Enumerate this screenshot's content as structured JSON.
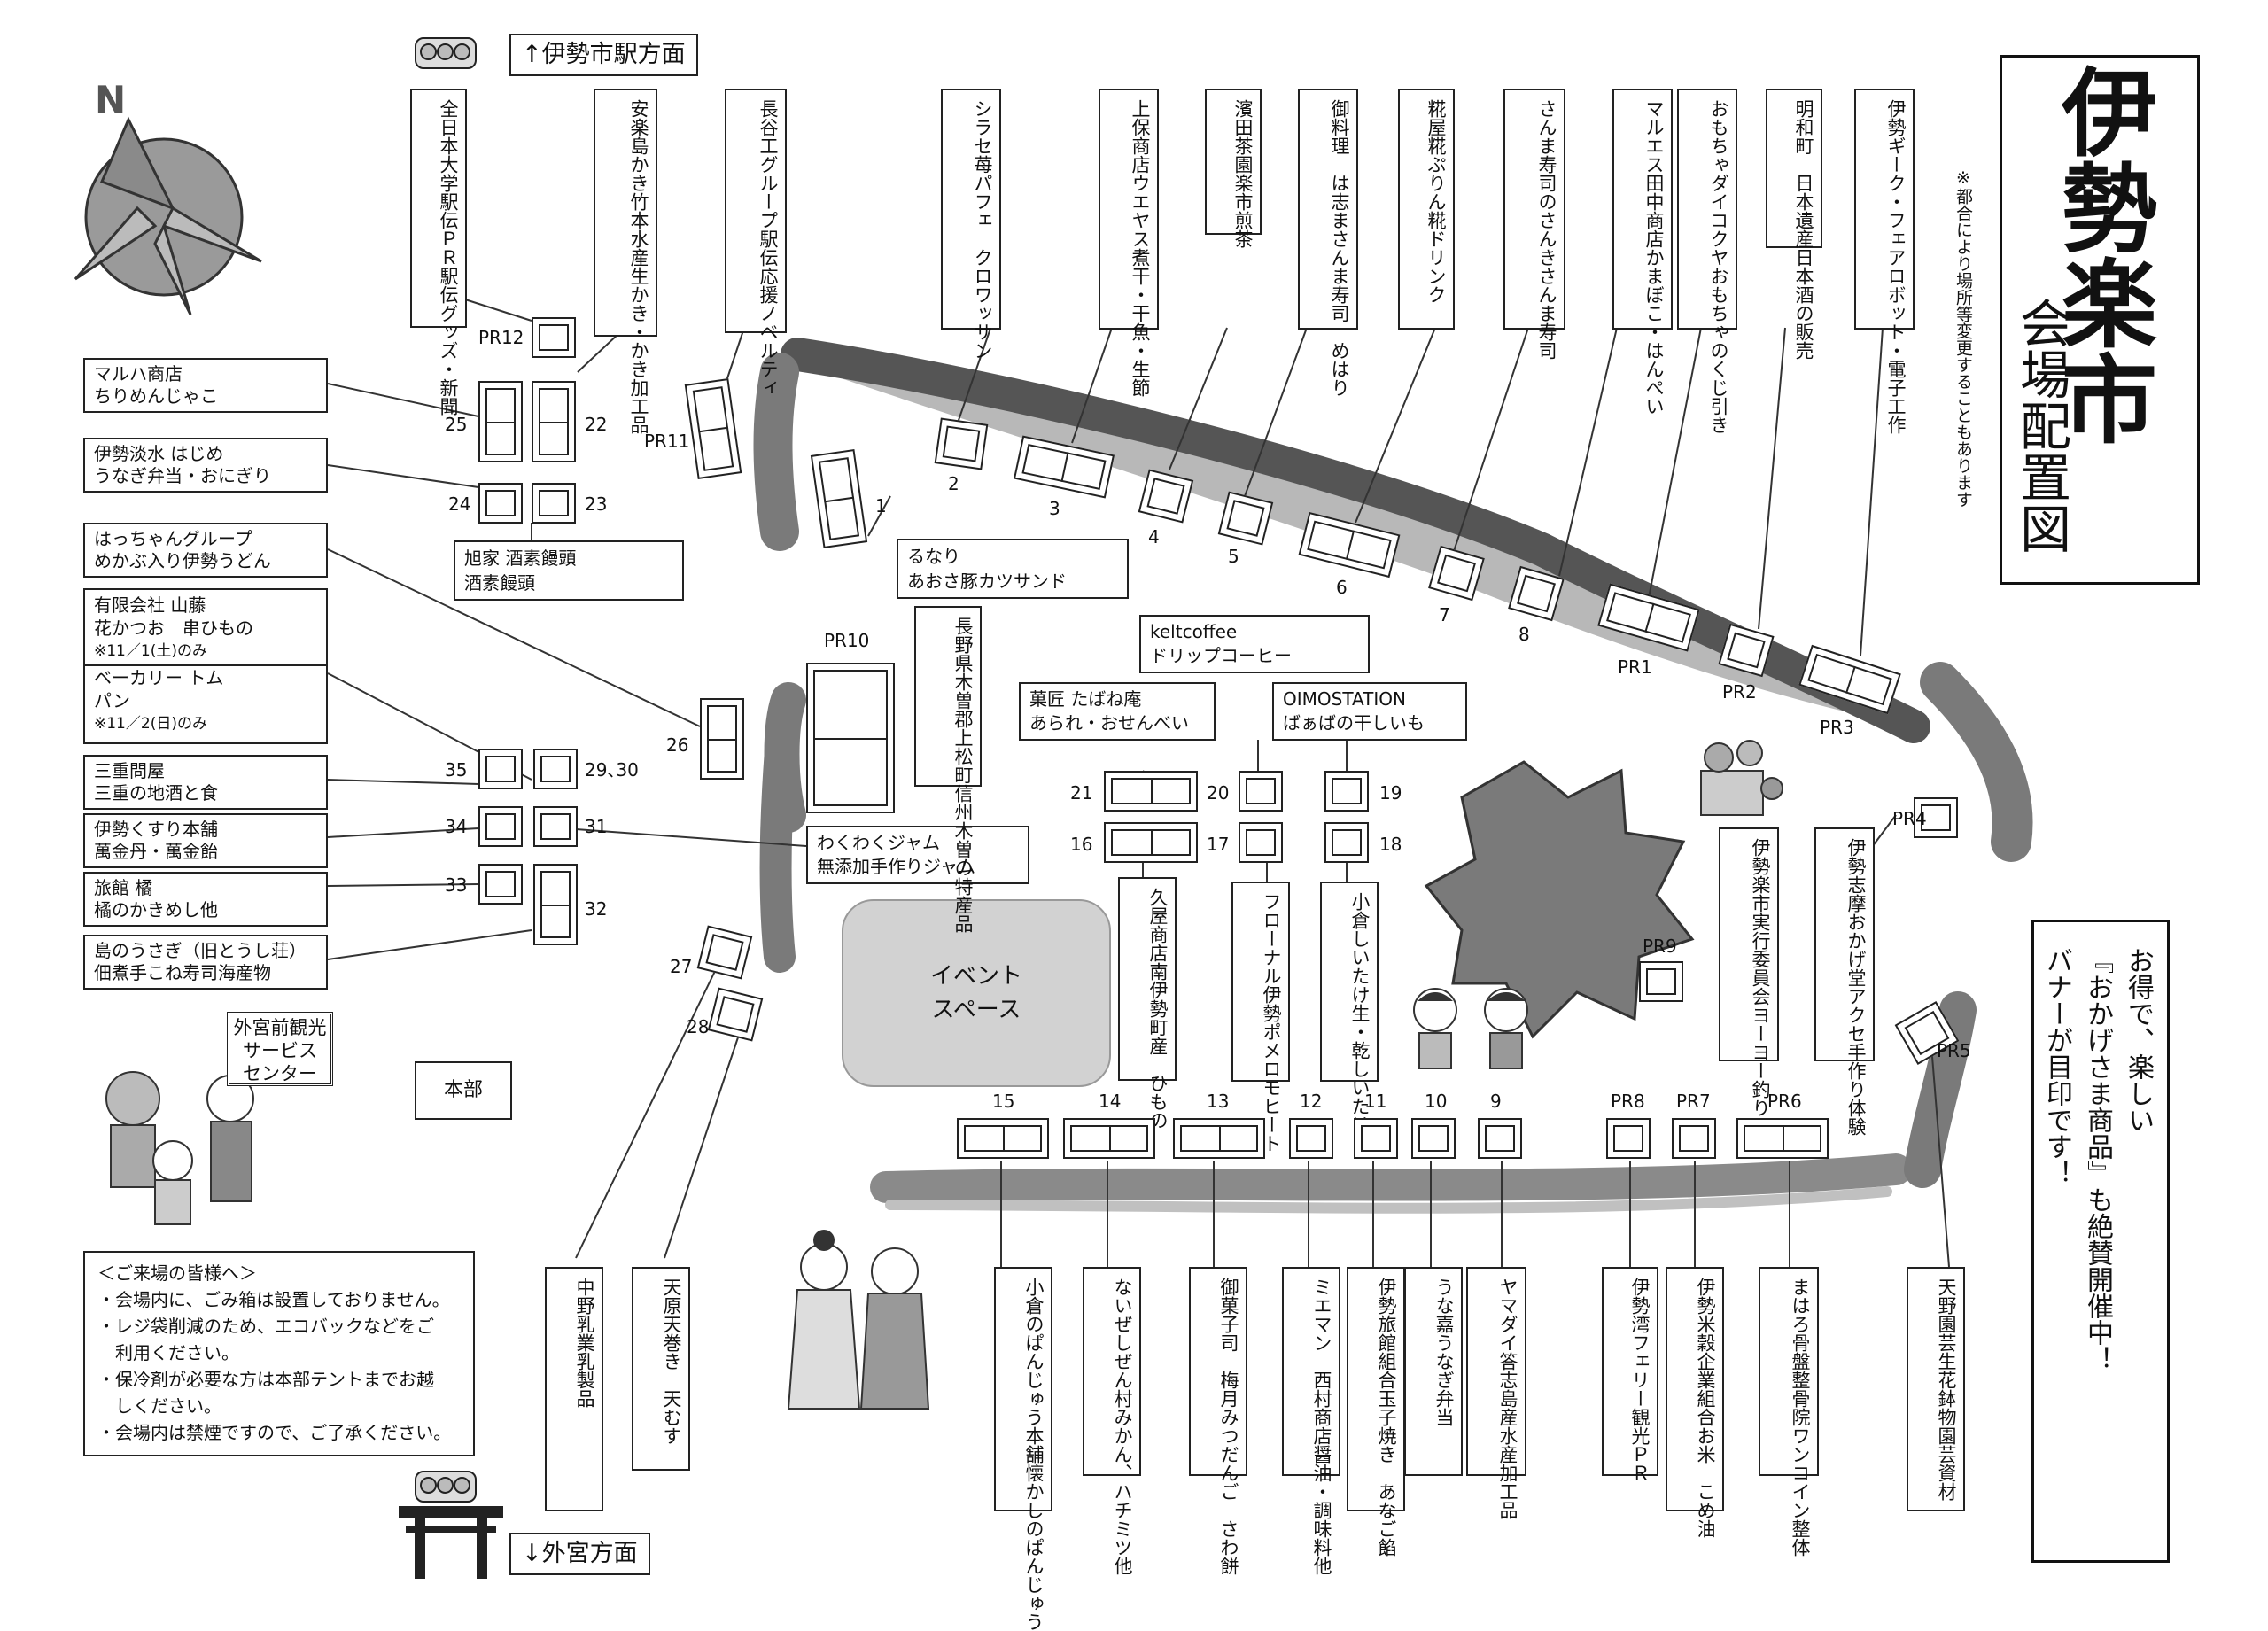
{
  "title": {
    "main": "伊勢楽市",
    "sub": "会場配置図",
    "note": "※都合により場所等変更することもあります"
  },
  "directions": {
    "north": "↑伊勢市駅方面",
    "south": "↓外宮方面"
  },
  "banner": {
    "lines": [
      "お得で、楽しい",
      "『おかげさま商品』も絶賛開催中！",
      "バナーが目印です！"
    ]
  },
  "event_space": {
    "lines": [
      "イベント",
      "スペース"
    ]
  },
  "facilities": {
    "tourist_center": [
      "外宮前観光",
      "サービス",
      "センター"
    ],
    "hq": "本部"
  },
  "notice": {
    "title": "＜ご来場の皆様へ＞",
    "items": [
      "・会場内に、ごみ箱は設置しておりません。",
      "・レジ袋削減のため、エコバックなどをご",
      "　利用ください。",
      "・保冷剤が必要な方は本部テントまでお越",
      "　しください。",
      "・会場内は禁煙ですので、ご了承ください。"
    ]
  },
  "stall_numbers": {
    "PR12": "PR12",
    "s25": "25",
    "s22": "22",
    "s24": "24",
    "s23": "23",
    "PR11": "PR11",
    "s1": "1",
    "s2": "2",
    "s3": "3",
    "s4": "4",
    "s5": "5",
    "s6": "6",
    "s7": "7",
    "s8": "8",
    "PR1": "PR1",
    "PR2": "PR2",
    "PR3": "PR3",
    "PR10": "PR10",
    "s26": "26",
    "s35": "35",
    "s2930": "29､30",
    "s34": "34",
    "s31": "31",
    "s33": "33",
    "s32": "32",
    "s21": "21",
    "s20": "20",
    "s19": "19",
    "s16": "16",
    "s17": "17",
    "s18": "18",
    "PR4": "PR4",
    "PR9": "PR9",
    "s27": "27",
    "s28": "28",
    "PR5": "PR5",
    "s15": "15",
    "s14": "14",
    "s13": "13",
    "s12": "12",
    "s11": "11",
    "s10": "10",
    "s9": "9",
    "PR8": "PR8",
    "PR7": "PR7",
    "PR6": "PR6"
  },
  "top_vendors": [
    {
      "id": "t1",
      "lines": [
        "全日本大学駅伝ＰＲ",
        "駅伝グッズ・新聞"
      ]
    },
    {
      "id": "t2",
      "lines": [
        "安楽島かき竹本水産",
        "生かき・かき加工品"
      ]
    },
    {
      "id": "t3",
      "lines": [
        "長谷工グループ",
        "駅伝応援ノベルティ"
      ]
    },
    {
      "id": "t4",
      "lines": [
        "シラセ",
        "苺パフェ　クロワッサン"
      ]
    },
    {
      "id": "t5",
      "lines": [
        "上保商店ウエヤス",
        "煮干・干魚・生節"
      ]
    },
    {
      "id": "t6",
      "lines": [
        "濱田茶園",
        "楽市煎茶"
      ]
    },
    {
      "id": "t7",
      "lines": [
        "御料理　は志ま",
        "さんま寿司　めはり"
      ]
    },
    {
      "id": "t8",
      "lines": [
        "糀屋",
        "糀ぷりん糀ドリンク"
      ]
    },
    {
      "id": "t9",
      "lines": [
        "さんま寿司のさんき",
        "さんま寿司"
      ]
    },
    {
      "id": "t10",
      "lines": [
        "マルエス田中商店",
        "かまぼこ・はんぺい"
      ]
    },
    {
      "id": "t11",
      "lines": [
        "おもちゃダイコクヤ",
        "おもちゃのくじ引き"
      ]
    },
    {
      "id": "t12",
      "lines": [
        "明和町　日本遺産",
        "日本酒の販売"
      ]
    },
    {
      "id": "t13",
      "lines": [
        "伊勢ギーク・フェア",
        "ロボット・電子工作"
      ]
    }
  ],
  "left_vendors": [
    {
      "id": "l1",
      "lines": [
        "マルハ商店",
        "ちりめんじゃこ"
      ]
    },
    {
      "id": "l2",
      "lines": [
        "伊勢淡水 はじめ",
        "うなぎ弁当・おにぎり"
      ]
    },
    {
      "id": "l3",
      "lines": [
        "はっちゃんグループ",
        "めかぶ入り伊勢うどん"
      ]
    },
    {
      "id": "l6",
      "lines": [
        "三重問屋",
        "三重の地酒と食"
      ]
    },
    {
      "id": "l7",
      "lines": [
        "伊勢くすり本舗",
        "萬金丹・萬金飴"
      ]
    },
    {
      "id": "l8",
      "lines": [
        "旅館 橘",
        "橘のかきめし他"
      ]
    },
    {
      "id": "l9",
      "lines": [
        "島のうさぎ（旧とうし荘）",
        "佃煮手こね寿司海産物"
      ]
    }
  ],
  "left_vendor_double": {
    "a": [
      "有限会社 山藤",
      "花かつお　串ひもの",
      "※11／1(土)のみ"
    ],
    "b": [
      "ベーカリー トム",
      "パン",
      "※11／2(日)のみ"
    ]
  },
  "mid_vendors": {
    "asahiya": [
      "旭家 酒素饅頭",
      "酒素饅頭"
    ],
    "runari": [
      "るなり",
      "あおさ豚カツサンド"
    ],
    "waku": [
      "わくわくジャム",
      "無添加手作りジャム"
    ],
    "kelt": [
      "keltcoffee",
      "ドリップコーヒー"
    ],
    "kasho": [
      "菓匠 たばね庵",
      "あられ・おせんべい"
    ],
    "oimo": [
      "OIMOSTATION",
      "ばぁばの干しいも"
    ]
  },
  "mid_vertical": {
    "nagano": [
      "長野県木曽郡上松町",
      "信州木曽の特産品"
    ],
    "kuya": [
      "久屋商店",
      "南伊勢町産　ひもの"
    ],
    "floral": [
      "フローナル",
      "伊勢ポメロモヒート"
    ],
    "kokura": [
      "小倉しいたけ",
      "生・乾しいたけ"
    ],
    "jikko": [
      "伊勢楽市実行委員会",
      "ヨーヨー釣り"
    ],
    "shima": [
      "伊勢志摩おかげ堂",
      "アクセ手作り体験"
    ]
  },
  "bottom_vendors": [
    {
      "id": "b1",
      "lines": [
        "中野乳業",
        "乳製品"
      ]
    },
    {
      "id": "b2",
      "lines": [
        "天原",
        "天巻き　天むす"
      ]
    },
    {
      "id": "b3",
      "lines": [
        "小倉のぱんじゅう本舗",
        "懐かしのぱんじゅう"
      ]
    },
    {
      "id": "b4",
      "lines": [
        "ないぜしぜん村",
        "みかん、ハチミツ他"
      ]
    },
    {
      "id": "b5",
      "lines": [
        "御菓子司　梅月",
        "みつだんご　さわ餅"
      ]
    },
    {
      "id": "b6",
      "lines": [
        "ミエマン　西村商店",
        "醤油・調味料他"
      ]
    },
    {
      "id": "b7",
      "lines": [
        "伊勢旅館組合",
        "玉子焼き　あなご餡"
      ]
    },
    {
      "id": "b8",
      "lines": [
        "うな嘉",
        "うなぎ弁当"
      ]
    },
    {
      "id": "b9",
      "lines": [
        "ヤマダイ",
        "答志島産水産加工品"
      ]
    },
    {
      "id": "b10",
      "lines": [
        "伊勢湾フェリー",
        "観光ＰＲ"
      ]
    },
    {
      "id": "b11",
      "lines": [
        "伊勢米穀企業組合",
        "お米　こめ油"
      ]
    },
    {
      "id": "b12",
      "lines": [
        "まはろ骨盤整骨院",
        "ワンコイン整体"
      ]
    },
    {
      "id": "b13",
      "lines": [
        "天野園芸",
        "生花鉢物園芸資材"
      ]
    }
  ]
}
